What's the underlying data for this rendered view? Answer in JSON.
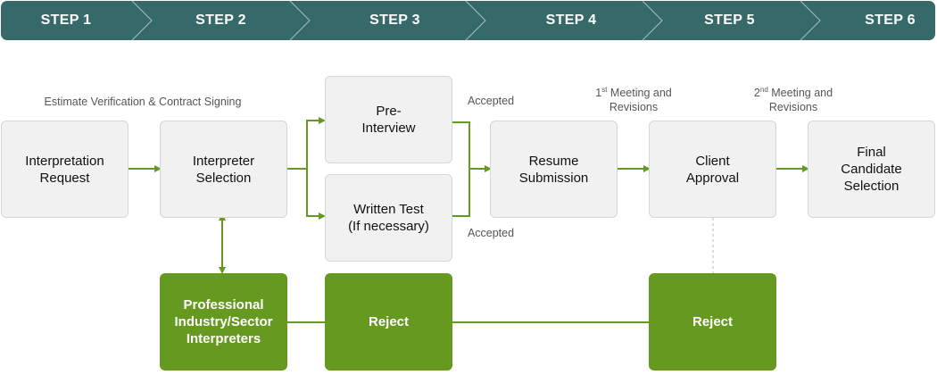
{
  "colors": {
    "steps_bar": "#366a6a",
    "step_divider": "#ffffff",
    "green": "#66991f",
    "box_bg": "#f1f1f1",
    "box_border": "#d6d6d6"
  },
  "steps": [
    "STEP 1",
    "STEP 2",
    "STEP 3",
    "STEP 4",
    "STEP 5",
    "STEP 6"
  ],
  "notes": {
    "contract": "Estimate Verification & Contract Signing",
    "accepted_top": "Accepted",
    "accepted_bottom": "Accepted",
    "meeting1_sup": "st",
    "meeting1_line1": " Meeting and",
    "meeting1_line2": "Revisions",
    "meeting1_num": "1",
    "meeting2_num": "2",
    "meeting2_sup": "nd",
    "meeting2_line1": " Meeting and",
    "meeting2_line2": "Revisions"
  },
  "boxes": {
    "request": "Interpretation\nRequest",
    "selection": "Interpreter\nSelection",
    "pre_interview": "Pre-\nInterview",
    "written_test": "Written Test\n(If necessary)",
    "resume": "Resume\nSubmission",
    "client": "Client\nApproval",
    "final": "Final\nCandidate\nSelection",
    "pro_interpreters": "Professional\nIndustry/Sector\nInterpreters",
    "reject_1": "Reject",
    "reject_2": "Reject"
  }
}
